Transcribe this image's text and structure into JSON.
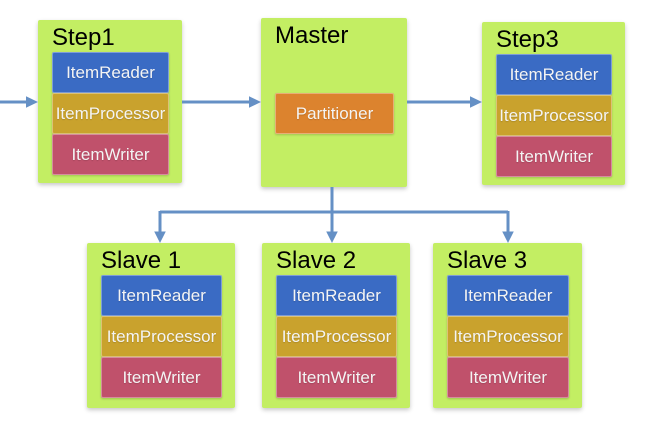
{
  "colors": {
    "node_bg": "#c3ee63",
    "reader": "#3a6bc4",
    "processor": "#c9a22d",
    "writer": "#c0516b",
    "partitioner": "#dc832e",
    "arrow": "#6590c5",
    "title_text": "#000000",
    "bar_text": "#f4f4f4"
  },
  "nodes": [
    {
      "id": "step1",
      "title": "Step1",
      "bars": [
        "ItemReader",
        "ItemProcessor",
        "ItemWriter"
      ]
    },
    {
      "id": "master",
      "title": "Master",
      "bars": [
        "Partitioner"
      ]
    },
    {
      "id": "step3",
      "title": "Step3",
      "bars": [
        "ItemReader",
        "ItemProcessor",
        "ItemWriter"
      ]
    },
    {
      "id": "slave1",
      "title": "Slave 1",
      "bars": [
        "ItemReader",
        "ItemProcessor",
        "ItemWriter"
      ]
    },
    {
      "id": "slave2",
      "title": "Slave 2",
      "bars": [
        "ItemReader",
        "ItemProcessor",
        "ItemWriter"
      ]
    },
    {
      "id": "slave3",
      "title": "Slave 3",
      "bars": [
        "ItemReader",
        "ItemProcessor",
        "ItemWriter"
      ]
    }
  ],
  "edges": [
    {
      "from": "offscreen-left",
      "to": "Step1"
    },
    {
      "from": "Step1",
      "to": "Master"
    },
    {
      "from": "Master",
      "to": "Step3"
    },
    {
      "from": "Master",
      "to": "Slave 1"
    },
    {
      "from": "Master",
      "to": "Slave 2"
    },
    {
      "from": "Master",
      "to": "Slave 3"
    }
  ]
}
